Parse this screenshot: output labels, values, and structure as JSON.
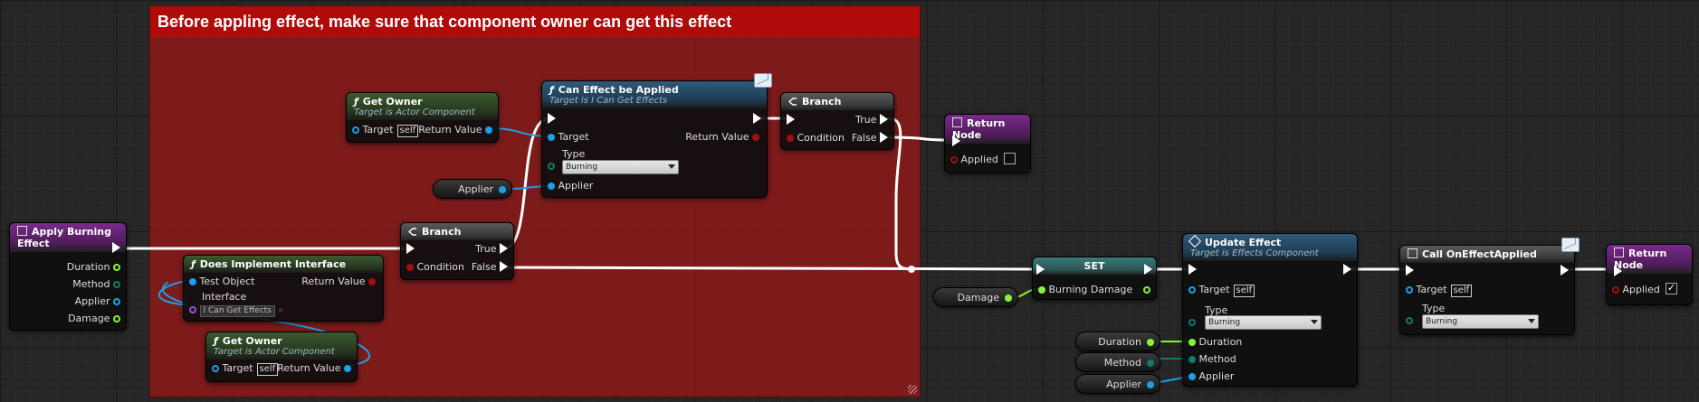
{
  "comment": {
    "title": "Before appling effect, make sure that component owner can get this effect"
  },
  "colors": {
    "exec": "#ffffff",
    "object": "#1aa0e8",
    "bool": "#a01010",
    "float": "#86f43a",
    "byte": "#14786c",
    "interface": "#9a4fd9"
  },
  "nodes": {
    "apply_burning_effect": {
      "title": "Apply Burning Effect",
      "pins": [
        "Duration",
        "Method",
        "Applier",
        "Damage"
      ]
    },
    "does_implement_interface": {
      "title": "Does Implement Interface",
      "test_object": "Test Object",
      "return_value": "Return Value",
      "interface_label": "Interface",
      "interface_value": "I Can Get Effects"
    },
    "get_owner_top": {
      "title": "Get Owner",
      "subtitle": "Target is Actor Component",
      "target": "Target",
      "self": "self",
      "return_value": "Return Value"
    },
    "get_owner_bottom": {
      "title": "Get Owner",
      "subtitle": "Target is Actor Component",
      "target": "Target",
      "self": "self",
      "return_value": "Return Value"
    },
    "branch_1": {
      "title": "Branch",
      "condition": "Condition",
      "true_label": "True",
      "false_label": "False"
    },
    "applier_var_1": {
      "label": "Applier"
    },
    "can_effect_be_applied": {
      "title": "Can Effect be Applied",
      "subtitle": "Target is I Can Get Effects",
      "target": "Target",
      "return_value": "Return Value",
      "type_label": "Type",
      "type_value": "Burning",
      "applier": "Applier"
    },
    "branch_2": {
      "title": "Branch",
      "condition": "Condition",
      "true_label": "True",
      "false_label": "False"
    },
    "return_node_1": {
      "title": "Return Node",
      "applied": "Applied",
      "checked": false
    },
    "damage_var": {
      "label": "Damage"
    },
    "set_node": {
      "title": "SET",
      "burning_damage": "Burning Damage"
    },
    "update_effect": {
      "title": "Update Effect",
      "subtitle": "Target is Effects Component",
      "target": "Target",
      "self": "self",
      "type_label": "Type",
      "type_value": "Burning",
      "duration": "Duration",
      "method": "Method",
      "applier": "Applier"
    },
    "duration_var": {
      "label": "Duration"
    },
    "method_var": {
      "label": "Method"
    },
    "applier_var_2": {
      "label": "Applier"
    },
    "call_on_effect_applied": {
      "title": "Call OnEffectApplied",
      "target": "Target",
      "self": "self",
      "type_label": "Type",
      "type_value": "Burning"
    },
    "return_node_2": {
      "title": "Return Node",
      "applied": "Applied",
      "checked": true
    }
  }
}
